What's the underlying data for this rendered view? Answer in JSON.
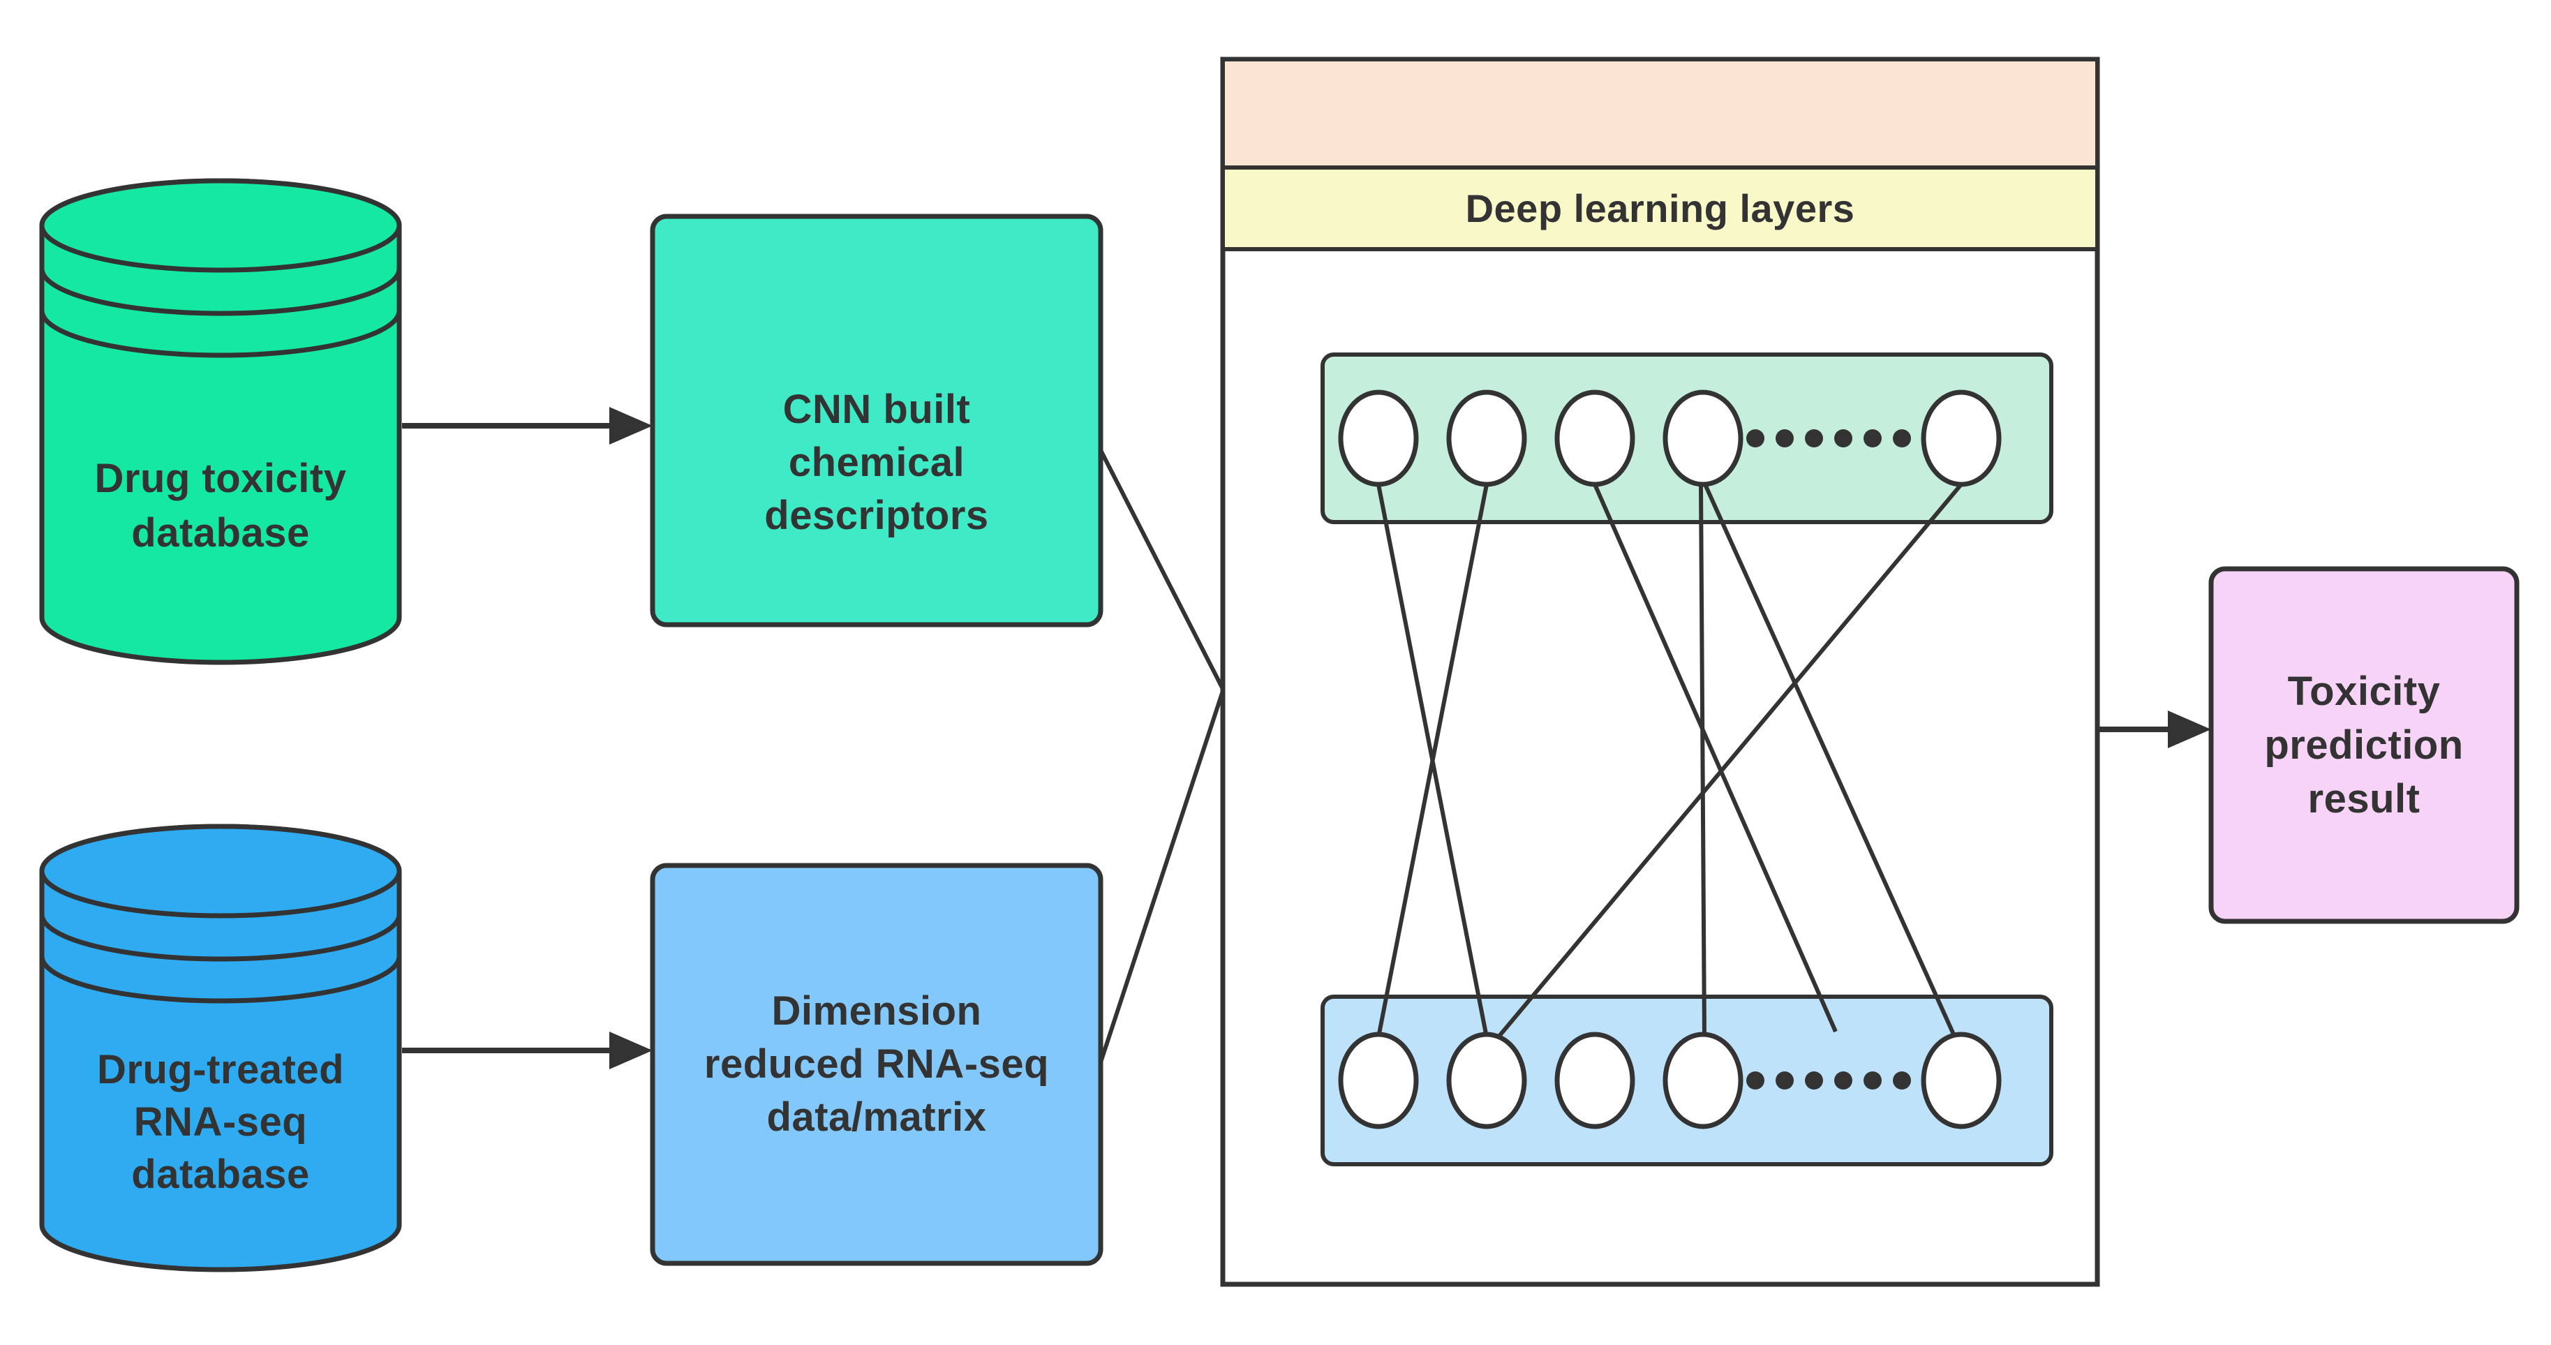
{
  "title": "Deep learning drug toxicity prediction workflow diagram",
  "colors": {
    "background": "#ffffff",
    "ink": "#333333",
    "text": "#333333",
    "green_db": "#14e8a2",
    "teal_box": "#3febc7",
    "blue_db": "#2fabf2",
    "lightblue_box": "#82c8fa",
    "peach_band": "#fbe4d2",
    "yellow_band": "#f9f8c9",
    "mint_strip": "#c6eedd",
    "blue_strip": "#bfe2fb",
    "pink_box": "#f8d3f8",
    "neuron_fill": "#ffffff"
  },
  "nodes": {
    "drug_toxicity_db": {
      "shape": "database-cylinder",
      "lines": [
        "Drug toxicity",
        "database"
      ]
    },
    "cnn_box": {
      "shape": "rounded-rect",
      "lines": [
        "CNN built",
        "chemical",
        "descriptors"
      ]
    },
    "rna_seq_db": {
      "shape": "database-cylinder",
      "lines": [
        "Drug-treated",
        "RNA-seq",
        "database"
      ]
    },
    "dimension_box": {
      "shape": "rounded-rect",
      "lines": [
        "Dimension",
        "reduced RNA-seq",
        "data/matrix"
      ]
    },
    "deep_learning_panel": {
      "shape": "panel",
      "header": "Deep learning layers"
    },
    "result_box": {
      "shape": "rounded-rect",
      "lines": [
        "Toxicity",
        "prediction",
        "result"
      ]
    }
  },
  "network": {
    "layers_shown": 2,
    "visible_neurons_per_layer": 5,
    "ellipsis_dots_per_layer": 6,
    "connection_lines": 6
  },
  "arrows": [
    {
      "from": "drug_toxicity_db",
      "to": "cnn_box"
    },
    {
      "from": "rna_seq_db",
      "to": "dimension_box"
    },
    {
      "from": "cnn_box",
      "to": "deep_learning_panel"
    },
    {
      "from": "dimension_box",
      "to": "deep_learning_panel"
    },
    {
      "from": "deep_learning_panel",
      "to": "result_box"
    }
  ]
}
